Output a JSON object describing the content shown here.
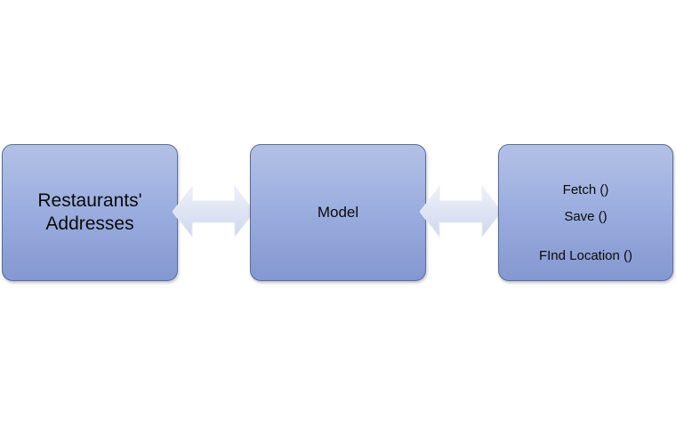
{
  "nodes": {
    "restaurants": {
      "line1": "Restaurants'",
      "line2": "Addresses"
    },
    "model": {
      "label": "Model"
    },
    "methods": {
      "items": [
        "Fetch ()",
        "Save ()",
        "FInd Location ()"
      ]
    }
  },
  "colors": {
    "box_fill_top": "#b3c1e6",
    "box_fill_bottom": "#8497d0",
    "box_border": "#5a6d96",
    "arrow_fill": "#dde3f2"
  },
  "connectors": [
    {
      "from": "Restaurants' Addresses",
      "to": "Model",
      "style": "double-headed"
    },
    {
      "from": "Model",
      "to": "Methods",
      "style": "double-headed"
    }
  ]
}
